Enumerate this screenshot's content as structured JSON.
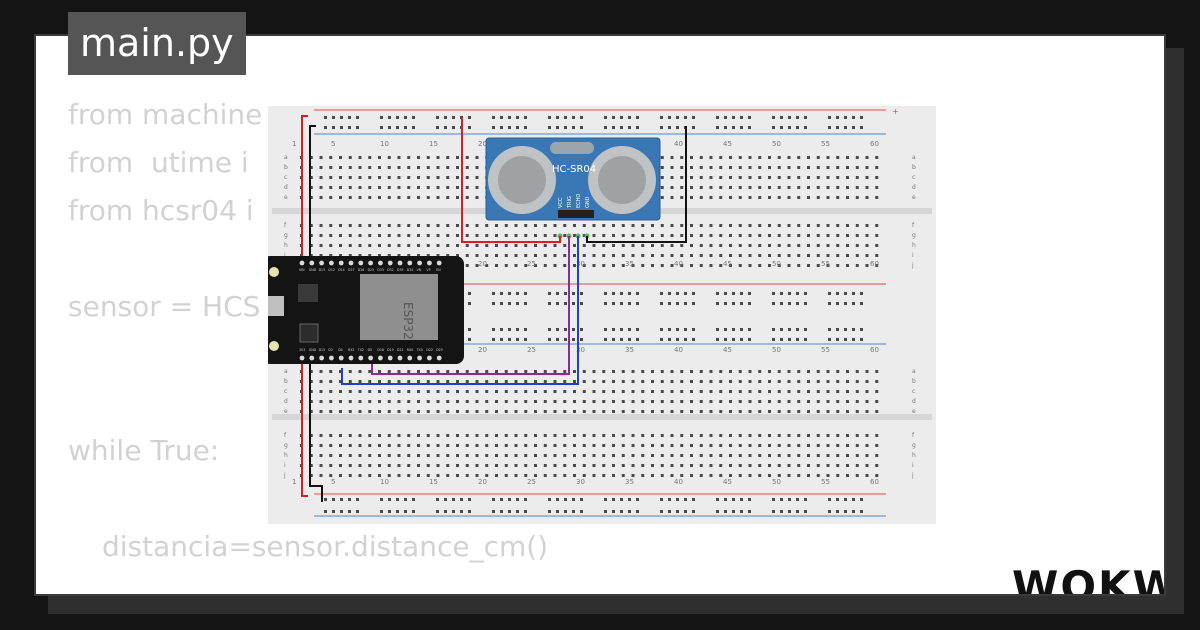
{
  "file_tab": {
    "label": "main.py"
  },
  "code_lines": [
    "from machine",
    "from  utime i",
    "from hcsr04 i",
    "sensor = HCS",
    "while True:",
    "distancia=sensor.distance_cm()"
  ],
  "breadboard": {
    "column_numbers": [
      "1",
      "5",
      "10",
      "15",
      "20",
      "25",
      "30",
      "35",
      "40",
      "45",
      "50",
      "55",
      "60"
    ],
    "rows_top": [
      "a",
      "b",
      "c",
      "d",
      "e"
    ],
    "rows_bottom": [
      "f",
      "g",
      "h",
      "i",
      "j"
    ],
    "rail_plus": "+",
    "rail_minus": "-",
    "colors": {
      "board": "#ececec",
      "hole": "#4a4a4a",
      "red_line": "#e14b4b",
      "blue_line": "#4d86c9"
    }
  },
  "sensor": {
    "name": "HC-SR04",
    "pins": [
      "VCC",
      "TRIG",
      "ECHO",
      "GND"
    ],
    "color": "#3a78b5"
  },
  "board": {
    "chip_label": "ESP32",
    "top_pins": [
      "VIN",
      "GND",
      "D13",
      "D12",
      "D14",
      "D27",
      "D26",
      "D25",
      "D33",
      "D32",
      "D35",
      "D34",
      "VN",
      "VP",
      "EN"
    ],
    "bottom_pins": [
      "3V3",
      "GND",
      "D15",
      "D2",
      "D4",
      "RX2",
      "TX2",
      "D5",
      "D18",
      "D19",
      "D21",
      "RX0",
      "TX0",
      "D22",
      "D23"
    ]
  },
  "wires": {
    "red": "#e01b1b",
    "black": "#111111",
    "purple": "#8a2b9a",
    "blue": "#1f3fd0"
  },
  "logo": "WOKWi"
}
